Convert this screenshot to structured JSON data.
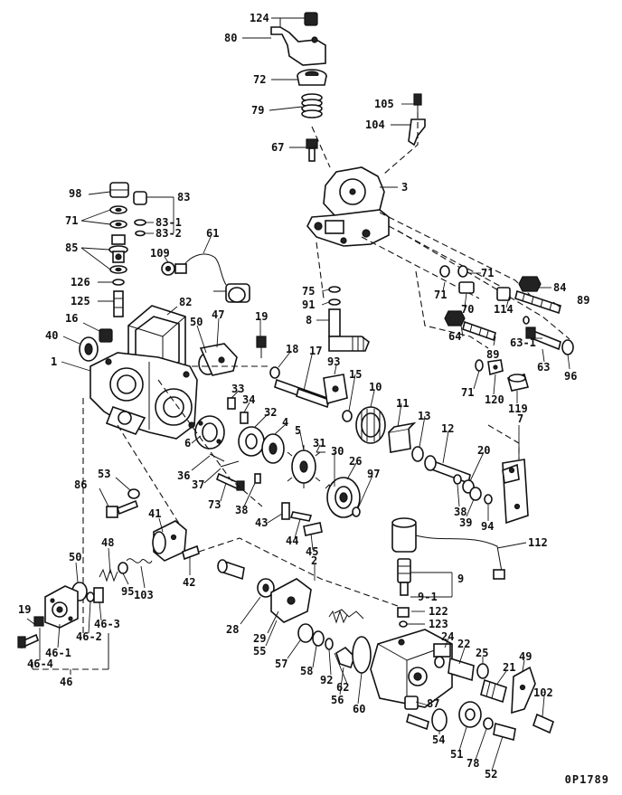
{
  "drawing_code": "0P1789",
  "labels": {
    "l124": "124",
    "l80": "80",
    "l72": "72",
    "l79": "79",
    "l105": "105",
    "l104": "104",
    "l67": "67",
    "l3": "3",
    "l98": "98",
    "l83": "83",
    "l71a": "71",
    "l83_1": "83-1",
    "l83_2": "83-2",
    "l85": "85",
    "l109": "109",
    "l61": "61",
    "l126": "126",
    "l125": "125",
    "l82": "82",
    "l16": "16",
    "l40": "40",
    "l50a": "50",
    "l47": "47",
    "l19a": "19",
    "l75": "75",
    "l91": "91",
    "l8": "8",
    "l71b": "71",
    "l71c": "71",
    "l70": "70",
    "l84": "84",
    "l89a": "89",
    "l114": "114",
    "l64": "64",
    "l89b": "89",
    "l63_1": "63-1",
    "l63": "63",
    "l96": "96",
    "l71d": "71",
    "l120": "120",
    "l119": "119",
    "l1": "1",
    "l18": "18",
    "l17": "17",
    "l93": "93",
    "l15": "15",
    "l10": "10",
    "l11": "11",
    "l13": "13",
    "l12": "12",
    "l7": "7",
    "l33": "33",
    "l34": "34",
    "l32": "32",
    "l4": "4",
    "l5": "5",
    "l31": "31",
    "l30": "30",
    "l26": "26",
    "l97": "97",
    "l20": "20",
    "l38a": "38",
    "l39": "39",
    "l94": "94",
    "l6": "6",
    "l36": "36",
    "l37": "37",
    "l73": "73",
    "l38b": "38",
    "l53": "53",
    "l86": "86",
    "l43": "43",
    "l44": "44",
    "l45": "45",
    "l41": "41",
    "l112": "112",
    "l2": "2",
    "l9": "9",
    "l9_1": "9-1",
    "l48": "48",
    "l50b": "50",
    "l95": "95",
    "l103": "103",
    "l42": "42",
    "l122": "122",
    "l123": "123",
    "l19b": "19",
    "l46_2": "46-2",
    "l46_3": "46-3",
    "l46_1": "46-1",
    "l46_4": "46-4",
    "l46": "46",
    "l28": "28",
    "l29": "29",
    "l55": "55",
    "l57": "57",
    "l58": "58",
    "l92": "92",
    "l62": "62",
    "l56": "56",
    "l60": "60",
    "l24": "24",
    "l22": "22",
    "l25": "25",
    "l49": "49",
    "l21": "21",
    "l102": "102",
    "l87": "87",
    "l54": "54",
    "l51": "51",
    "l78": "78",
    "l52": "52"
  }
}
